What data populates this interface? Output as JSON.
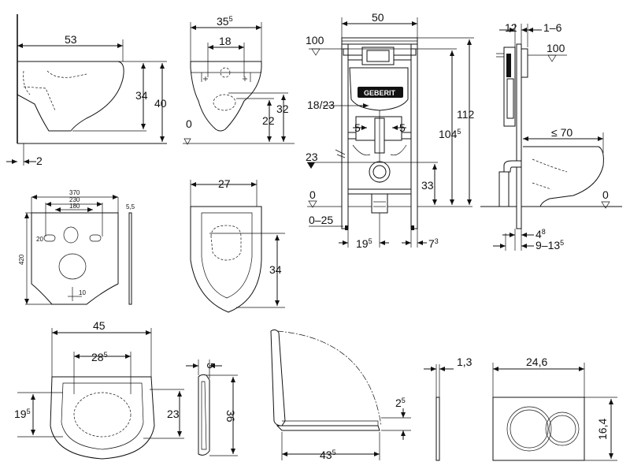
{
  "bowl_side": {
    "w": "53",
    "h34": "34",
    "h40": "40",
    "offset": "2"
  },
  "bowl_front": {
    "w_base": "35",
    "w_sup": "5",
    "w18": "18",
    "h22": "22",
    "h32": "32",
    "level0": "0"
  },
  "frame_front": {
    "w": "50",
    "lvl100": "100",
    "d18_23": "18/23",
    "five_l": "5",
    "five_r": "5",
    "lvl23": "23",
    "h33": "33",
    "lvl0": "0",
    "range": "0–25",
    "h104_base": "104",
    "h104_sup": "5",
    "h112": "112",
    "x19_base": "19",
    "x19_sup": "5",
    "x7_base": "7",
    "x7_sup": "3",
    "brand": "GEBERIT"
  },
  "frame_side": {
    "d12": "12",
    "d1_6": "1–6",
    "lvl100": "100",
    "le70": "≤ 70",
    "lvl0": "0",
    "d4_base": "4",
    "d4_sup": "8",
    "d9_base": "9–13",
    "d9_sup": "5"
  },
  "mat": {
    "w370": "370",
    "w230": "230",
    "w180": "180",
    "t55": "5,5",
    "h420": "420",
    "d20": "20",
    "d10": "10"
  },
  "seat_top": {
    "w27": "27",
    "h34": "34"
  },
  "seat_plan": {
    "w45": "45",
    "w28_base": "28",
    "w28_sup": "5",
    "h19_base": "19",
    "h19_sup": "5",
    "h23": "23"
  },
  "seat_side": {
    "t5": "5",
    "h36": "36"
  },
  "seat_open": {
    "d43_base": "43",
    "d43_sup": "5",
    "h2_base": "2",
    "h2_sup": "5"
  },
  "plate_side": {
    "t": "1,3"
  },
  "plate": {
    "w": "24,6",
    "h": "16,4"
  }
}
